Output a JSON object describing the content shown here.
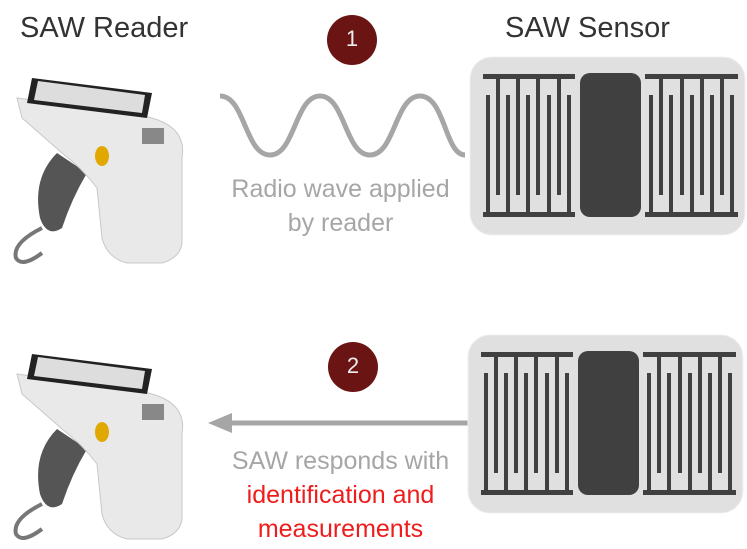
{
  "titles": {
    "reader": "SAW Reader",
    "sensor": "SAW Sensor"
  },
  "steps": [
    {
      "number": "1",
      "caption_line1": "Radio wave applied",
      "caption_line2": "by reader"
    },
    {
      "number": "2",
      "caption_line1": "SAW responds with",
      "caption_line2": "identification and",
      "caption_line3": "measurements"
    }
  ],
  "colors": {
    "step_badge": "#6b1414",
    "highlight": "#ee1c1c",
    "caption": "#a6a6a6",
    "sensor_body": "#e0e0e0",
    "electrode": "#404040"
  }
}
